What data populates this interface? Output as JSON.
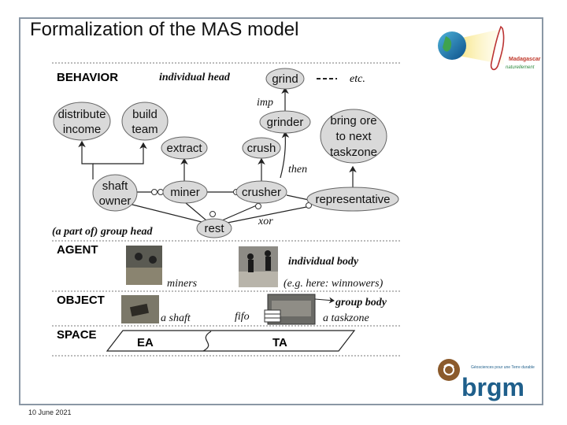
{
  "slide": {
    "title": "Formalization of the MAS model",
    "date": "10 June 2021"
  },
  "logos": {
    "madagascar": {
      "line1": "Madagascar",
      "line2": "naturellement"
    },
    "brgm": {
      "name": "brgm",
      "tagline": "Géosciences pour une Terre durable"
    }
  },
  "diagram": {
    "layers": {
      "behavior": "BEHAVIOR",
      "agent": "AGENT",
      "object": "OBJECT",
      "space": "SPACE"
    },
    "nodes": {
      "grind": "grind",
      "etc": "etc.",
      "distribute": [
        "distribute",
        "income"
      ],
      "build": [
        "build",
        "team"
      ],
      "grinder": "grinder",
      "bring_ore": [
        "bring ore",
        "to next",
        "taskzone"
      ],
      "extract": "extract",
      "crush": "crush",
      "shaft_owner": [
        "shaft",
        "owner"
      ],
      "miner": "miner",
      "crusher": "crusher",
      "representative": "representative",
      "rest": "rest"
    },
    "annotations": {
      "individual_head": "individual head",
      "imp": "imp",
      "then": "then",
      "xor": "xor",
      "group_head": "(a part of) group head",
      "miners": "miners",
      "individual_body": "individual body",
      "winnowers": "(e.g. here: winnowers)",
      "shaft": "a shaft",
      "fifo": "fifo",
      "group_body": "group body",
      "taskzone": "a taskzone",
      "ea": "EA",
      "ta": "TA"
    }
  }
}
